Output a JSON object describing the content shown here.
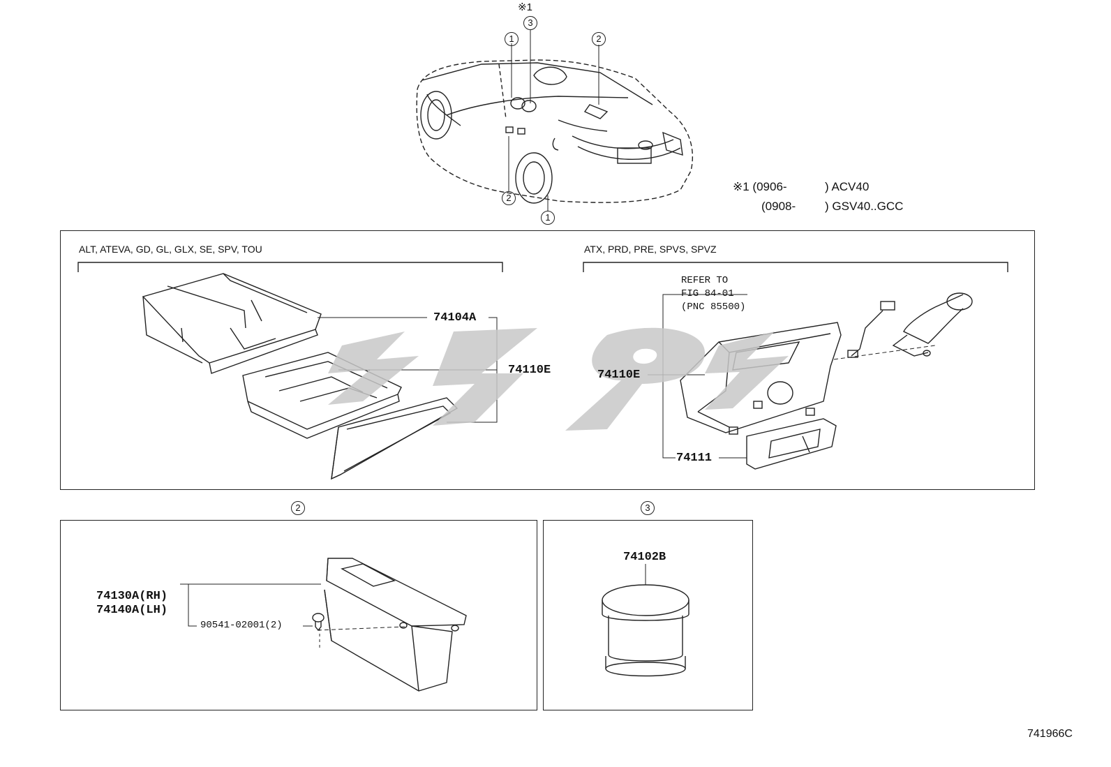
{
  "top_note": {
    "mark": "※1",
    "lines": [
      {
        "code": "※1 (0906-",
        "model": ") ACV40"
      },
      {
        "code": "(0908-",
        "model": ") GSV40..GCC"
      }
    ]
  },
  "callouts": {
    "one": "1",
    "two": "2",
    "three": "3"
  },
  "panel_main": {
    "left_variants": "ALT, ATEVA, GD, GL, GLX, SE, SPV, TOU",
    "right_variants": "ATX, PRD, PRE, SPVS, SPVZ",
    "refer": [
      "REFER TO",
      "FIG 84-01",
      "(PNC 85500)"
    ],
    "parts_left": [
      "74104A",
      "74110E"
    ],
    "parts_right": [
      "74110E",
      "74111"
    ]
  },
  "panel_two": {
    "parts": [
      "74130A(RH)",
      "74140A(LH)"
    ],
    "fastener": "90541-02001(2)"
  },
  "panel_three": {
    "part": "74102B"
  },
  "figure_id": "741966C",
  "colors": {
    "line": "#222222",
    "watermark": "#c8c8c8",
    "background": "#ffffff"
  }
}
